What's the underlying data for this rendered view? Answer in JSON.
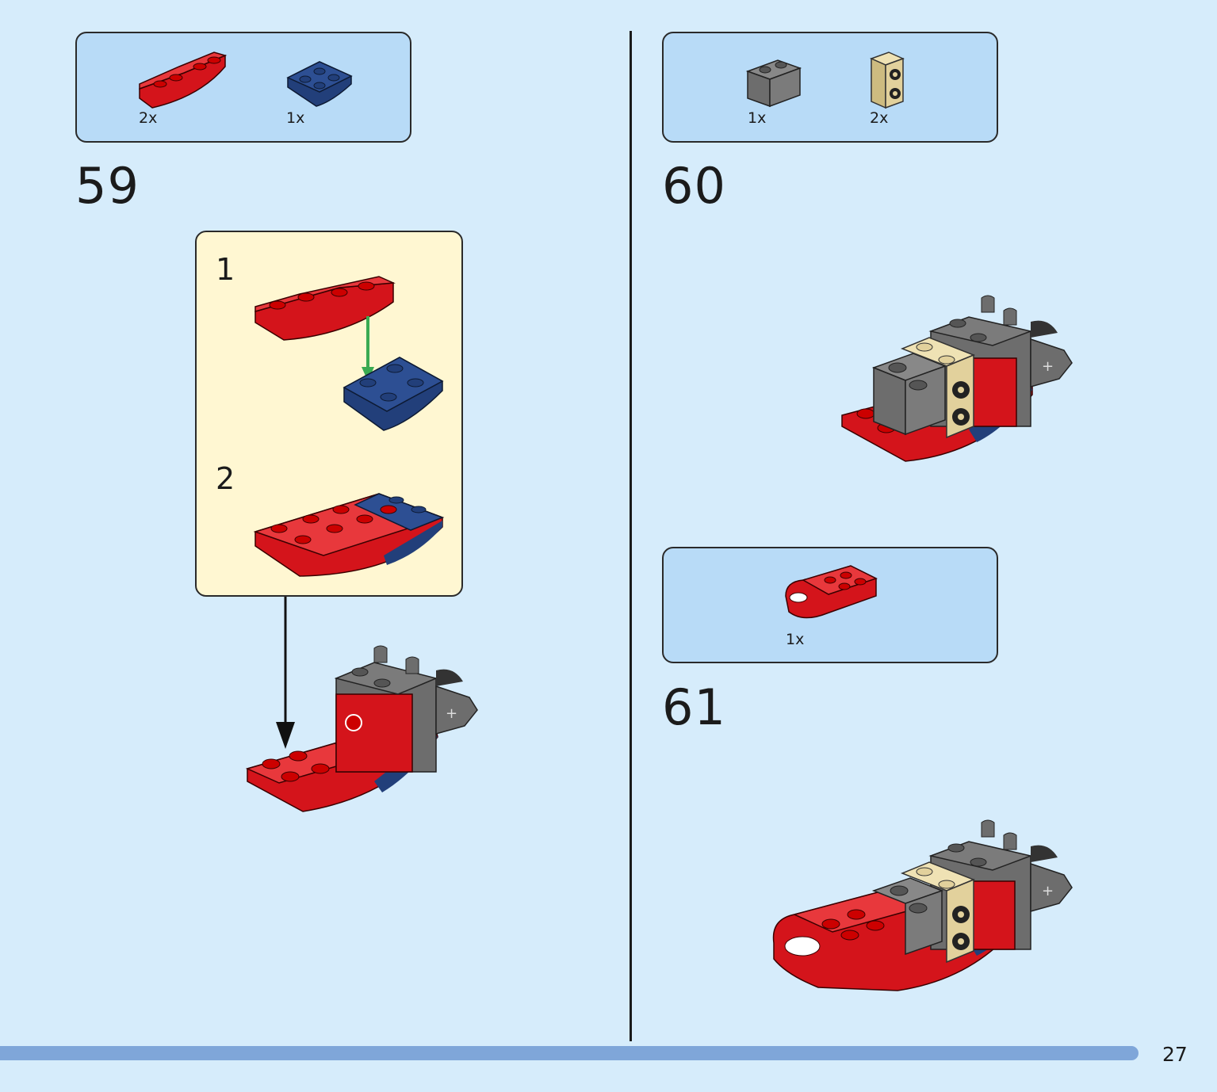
{
  "page_number": "27",
  "colors": {
    "red": "#d4141b",
    "dark_blue": "#223f7a",
    "dark_gray": "#6d6d6d",
    "tan": "#e2d19c",
    "arrow_green": "#3aaa52",
    "background": "#d6ecfb",
    "parts_box": "#b8dbf7",
    "substep_box": "#fff7d2"
  },
  "steps": [
    {
      "number": "59",
      "parts": [
        {
          "icon": "red-curved-inverted-slope-icon",
          "qty": "2x"
        },
        {
          "icon": "dark-blue-inverted-curved-slope-icon",
          "qty": "1x"
        }
      ],
      "substeps": [
        {
          "number": "1",
          "icon": "red-slope-onto-blue-slope-icon"
        },
        {
          "number": "2",
          "icon": "red-blue-sub-assembly-icon"
        }
      ],
      "model_icon": "step-59-model-icon"
    },
    {
      "number": "60",
      "parts": [
        {
          "icon": "gray-brick-1x2-icon",
          "qty": "1x"
        },
        {
          "icon": "tan-brick-with-studs-on-side-icon",
          "qty": "2x"
        }
      ],
      "model_icon": "step-60-model-icon"
    },
    {
      "number": "61",
      "parts": [
        {
          "icon": "red-plate-with-clip-icon",
          "qty": "1x"
        }
      ],
      "model_icon": "step-61-model-icon"
    }
  ]
}
